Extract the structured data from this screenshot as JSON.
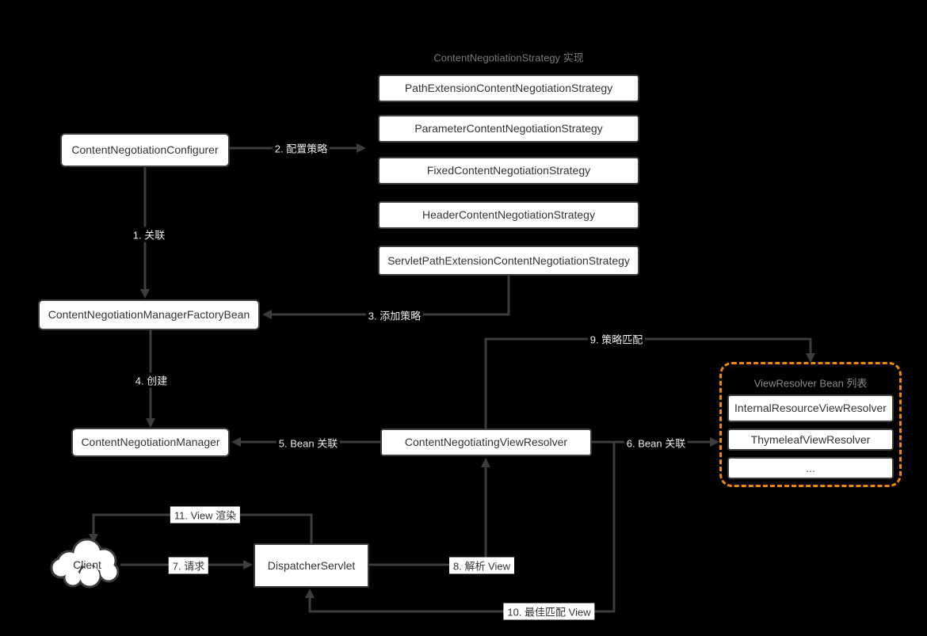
{
  "colors": {
    "background": "#000000",
    "box_fill": "#ffffff",
    "box_border": "#3d3d3d",
    "box_text": "#333333",
    "connector": "#3d3d3d",
    "group_title_gray": "#7a7a7a",
    "resolver_group_accent": "#f08705",
    "edge_label_light_text": "#ececec"
  },
  "strategy_group": {
    "title": "ContentNegotiationStrategy 实现",
    "items": [
      {
        "label": "PathExtensionContentNegotiationStrategy"
      },
      {
        "label": "ParameterContentNegotiationStrategy"
      },
      {
        "label": "FixedContentNegotiationStrategy"
      },
      {
        "label": "HeaderContentNegotiationStrategy"
      },
      {
        "label": "ServletPathExtensionContentNegotiationStrategy"
      }
    ]
  },
  "nodes": {
    "configurer": "ContentNegotiationConfigurer",
    "factory_bean": "ContentNegotiationManagerFactoryBean",
    "manager": "ContentNegotiationManager",
    "view_resolver": "ContentNegotiatingViewResolver",
    "dispatcher": "DispatcherServlet",
    "client": "Client"
  },
  "resolver_group": {
    "title": "ViewResolver Bean 列表",
    "items": [
      {
        "label": "InternalResourceViewResolver"
      },
      {
        "label": "ThymeleafViewResolver"
      },
      {
        "label": "..."
      }
    ]
  },
  "edges": {
    "e1": "1. 关联",
    "e2": "2. 配置策略",
    "e3": "3. 添加策略",
    "e4": "4. 创建",
    "e5": "5. Bean 关联",
    "e6": "6. Bean 关联",
    "e7": "7. 请求",
    "e8": "8. 解析 View",
    "e9": "9. 策略匹配",
    "e10": "10. 最佳匹配 View",
    "e11": "11. View 渲染"
  }
}
